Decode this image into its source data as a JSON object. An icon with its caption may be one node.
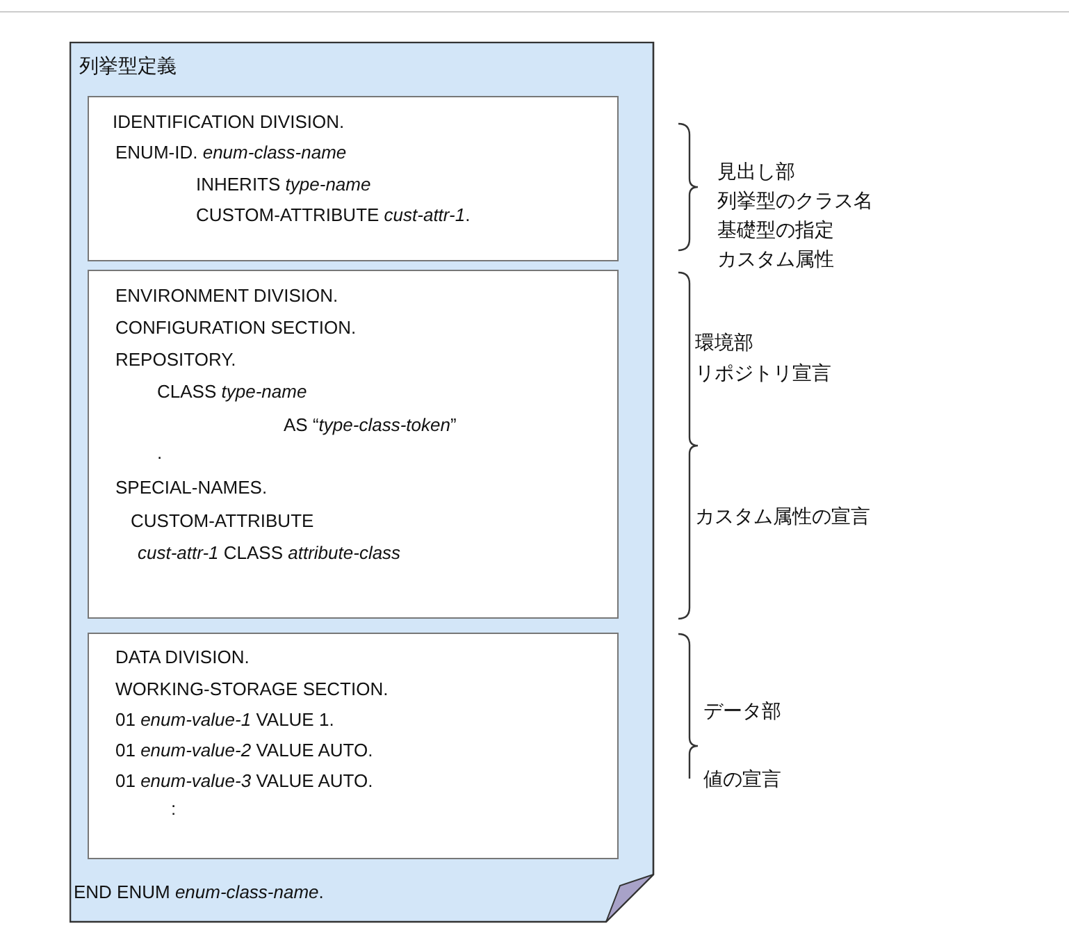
{
  "diagram": {
    "nodes": [
      {
        "text": [
          "列挙型定義",
          "END ENUM *enum-class-name*."
        ]
      },
      {
        "text": [
          "IDENTIFICATION DIVISION.",
          "ENUM-ID.   *enum-class-name*",
          "INHERITS *type-name*",
          "CUSTOM-ATTRIBUTE *cust-attr-1*."
        ],
        "in": 0
      },
      {
        "text": [
          "ENVIRONMENT DIVISION.",
          "CONFIGURATION SECTION.",
          "REPOSITORY.",
          "CLASS *type-name*",
          "AS  “*type-class-token*”",
          ".",
          "SPECIAL-NAMES.",
          "CUSTOM-ATTRIBUTE",
          "*cust-attr-1* CLASS *attribute-class*"
        ],
        "in": 0
      },
      {
        "text": [
          "DATA DIVISION.",
          "WORKING-STORAGE SECTION.",
          "01 *enum-value-1* VALUE 1.",
          "01 *enum-value-2* VALUE AUTO.",
          "01 *enum-value-3* VALUE AUTO.",
          ":"
        ],
        "in": 0
      }
    ],
    "labels": [
      "見出し部",
      "列挙型のクラス名",
      "基礎型の指定",
      "カスタム属性",
      "環境部",
      "リポジトリ宣言",
      "カスタム属性の宣言",
      "データ部",
      "値の宣言"
    ]
  }
}
